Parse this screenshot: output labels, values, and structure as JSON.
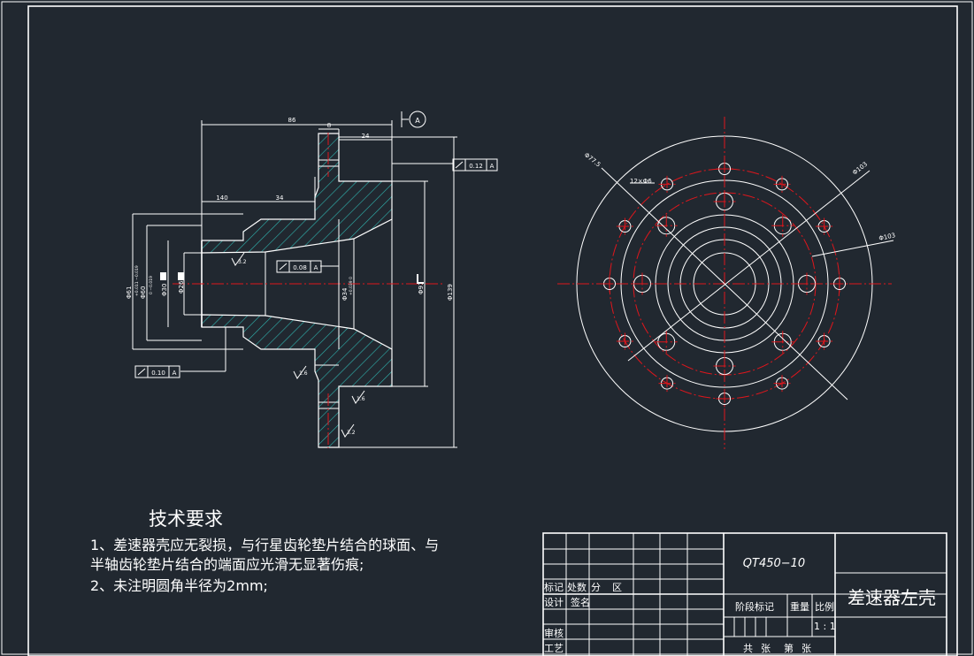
{
  "colors": {
    "background": "#212830",
    "line": "#ffffff",
    "centerline": "#e0161c",
    "hatch": "#2fb5b0",
    "highlight": "#38e060"
  },
  "section_view": {
    "datum_marker": "A",
    "dims": {
      "d86": "86",
      "d8": "8",
      "d24": "24",
      "d140": "140",
      "d34": "34",
      "phi61": "Φ61",
      "phi61_tol": "+0.011 −0.019",
      "phi60": "Φ60",
      "phi60_tol": "0 −0.019",
      "phi30": "Φ30",
      "phi26": "Φ26",
      "phi34": "Φ34",
      "phi34_tol": "+0.039 0",
      "phi91": "Φ91",
      "phi139": "Φ139"
    },
    "tolerances": {
      "runout_top": {
        "value": "0.12",
        "datum": "A"
      },
      "runout_mid": {
        "value": "0.08",
        "datum": "A"
      },
      "runout_left": {
        "value": "0.10",
        "datum": "A"
      }
    },
    "roughness": {
      "r1": "3.2",
      "r2": "1.6",
      "r3": "1.6",
      "r4": "3.2"
    }
  },
  "end_view": {
    "dims": {
      "phi77": "Φ77.5",
      "holes": "12×Φ6",
      "phi103": "Φ103",
      "r_big": "Φ103"
    }
  },
  "tech_requirements": {
    "title": "技术要求",
    "line1": "1、差速器壳应无裂损，与行星齿轮垫片结合的球面、与",
    "line2": "半轴齿轮垫片结合的端面应光滑无显著伤痕;",
    "line3": "2、未注明圆角半径为2mm;"
  },
  "title_block": {
    "material": "QT450−10",
    "part_name": "差速器左壳",
    "row_labels": {
      "biaoji": "标记",
      "chushu": "处数",
      "fen": "分",
      "qu": "区",
      "sheji": "设计",
      "qianming": "签名",
      "shenhe": "审核",
      "gongyi": "工艺"
    },
    "stage_label": "阶段标记",
    "weight_label": "重量",
    "scale_label": "比例",
    "scale_value": "1 : 1",
    "gong_label": "共",
    "zhang1": "张",
    "di_label": "第",
    "zhang2": "张"
  }
}
